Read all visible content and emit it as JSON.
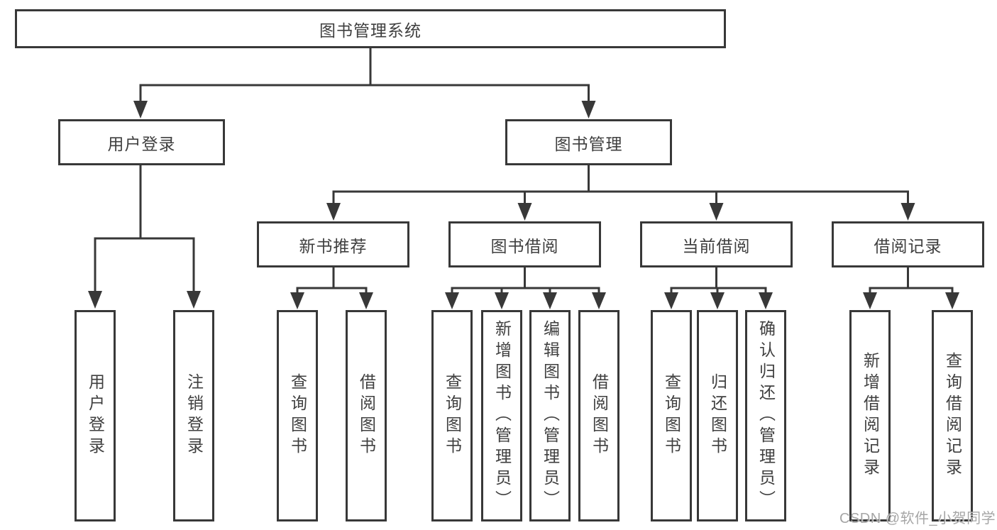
{
  "diagram": {
    "root": "图书管理系统",
    "level2": {
      "user_login": {
        "label": "用户登录",
        "children": [
          "用户登录",
          "注销登录"
        ]
      },
      "book_management": {
        "label": "图书管理",
        "sections": {
          "new_books": {
            "label": "新书推荐",
            "children": [
              "查询图书",
              "借阅图书"
            ]
          },
          "borrowing": {
            "label": "图书借阅",
            "children": [
              "查询图书",
              "新增图书（管理员）",
              "编辑图书（管理员）",
              "借阅图书"
            ]
          },
          "current": {
            "label": "当前借阅",
            "children": [
              "查询图书",
              "归还图书",
              "确认归还（管理员）"
            ]
          },
          "records": {
            "label": "借阅记录",
            "children": [
              "新增借阅记录",
              "查询借阅记录"
            ]
          }
        }
      }
    }
  },
  "watermark": {
    "text": "CSDN @软件_小贺同学"
  },
  "colors": {
    "line": "#383838",
    "box_border": "#383838",
    "text": "#3f3f3f",
    "background": "#ffffff",
    "watermark": "#9e9e9e"
  }
}
